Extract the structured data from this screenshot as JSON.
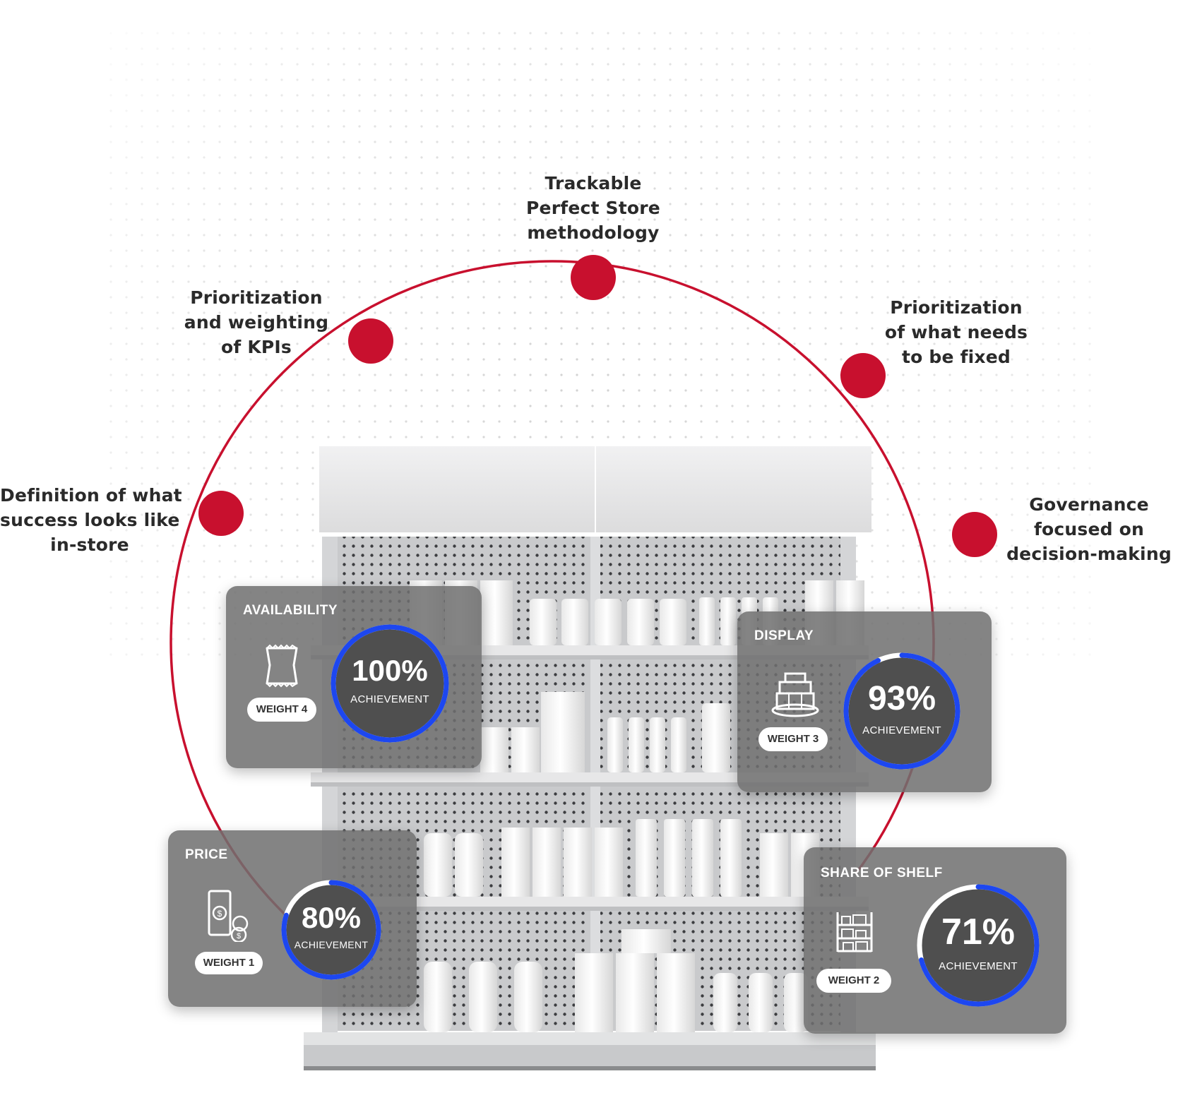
{
  "colors": {
    "accent_red": "#c8102e",
    "ring_blue": "#1d47f0",
    "card_grey": "#707070",
    "label_text": "#2a2a2a"
  },
  "pillars": [
    {
      "lines": [
        "Definition of what",
        "success looks like",
        "in-store"
      ]
    },
    {
      "lines": [
        "Prioritization",
        "and weighting",
        "of KPIs"
      ]
    },
    {
      "lines": [
        "Trackable",
        "Perfect Store",
        "methodology"
      ]
    },
    {
      "lines": [
        "Prioritization",
        "of what needs",
        "to be fixed"
      ]
    },
    {
      "lines": [
        "Governance",
        "focused on",
        "decision-making"
      ]
    }
  ],
  "kpis": [
    {
      "title": "AVAILABILITY",
      "weight": "WEIGHT 4",
      "percent": "100%",
      "achievement": 100,
      "label": "ACHIEVEMENT",
      "icon": "snack-bag-icon"
    },
    {
      "title": "DISPLAY",
      "weight": "WEIGHT 3",
      "percent": "93%",
      "achievement": 93,
      "label": "ACHIEVEMENT",
      "icon": "product-display-icon"
    },
    {
      "title": "PRICE",
      "weight": "WEIGHT 1",
      "percent": "80%",
      "achievement": 80,
      "label": "ACHIEVEMENT",
      "icon": "money-coins-icon"
    },
    {
      "title": "SHARE OF SHELF",
      "weight": "WEIGHT 2",
      "percent": "71%",
      "achievement": 71,
      "label": "ACHIEVEMENT",
      "icon": "shelf-rack-icon"
    }
  ]
}
